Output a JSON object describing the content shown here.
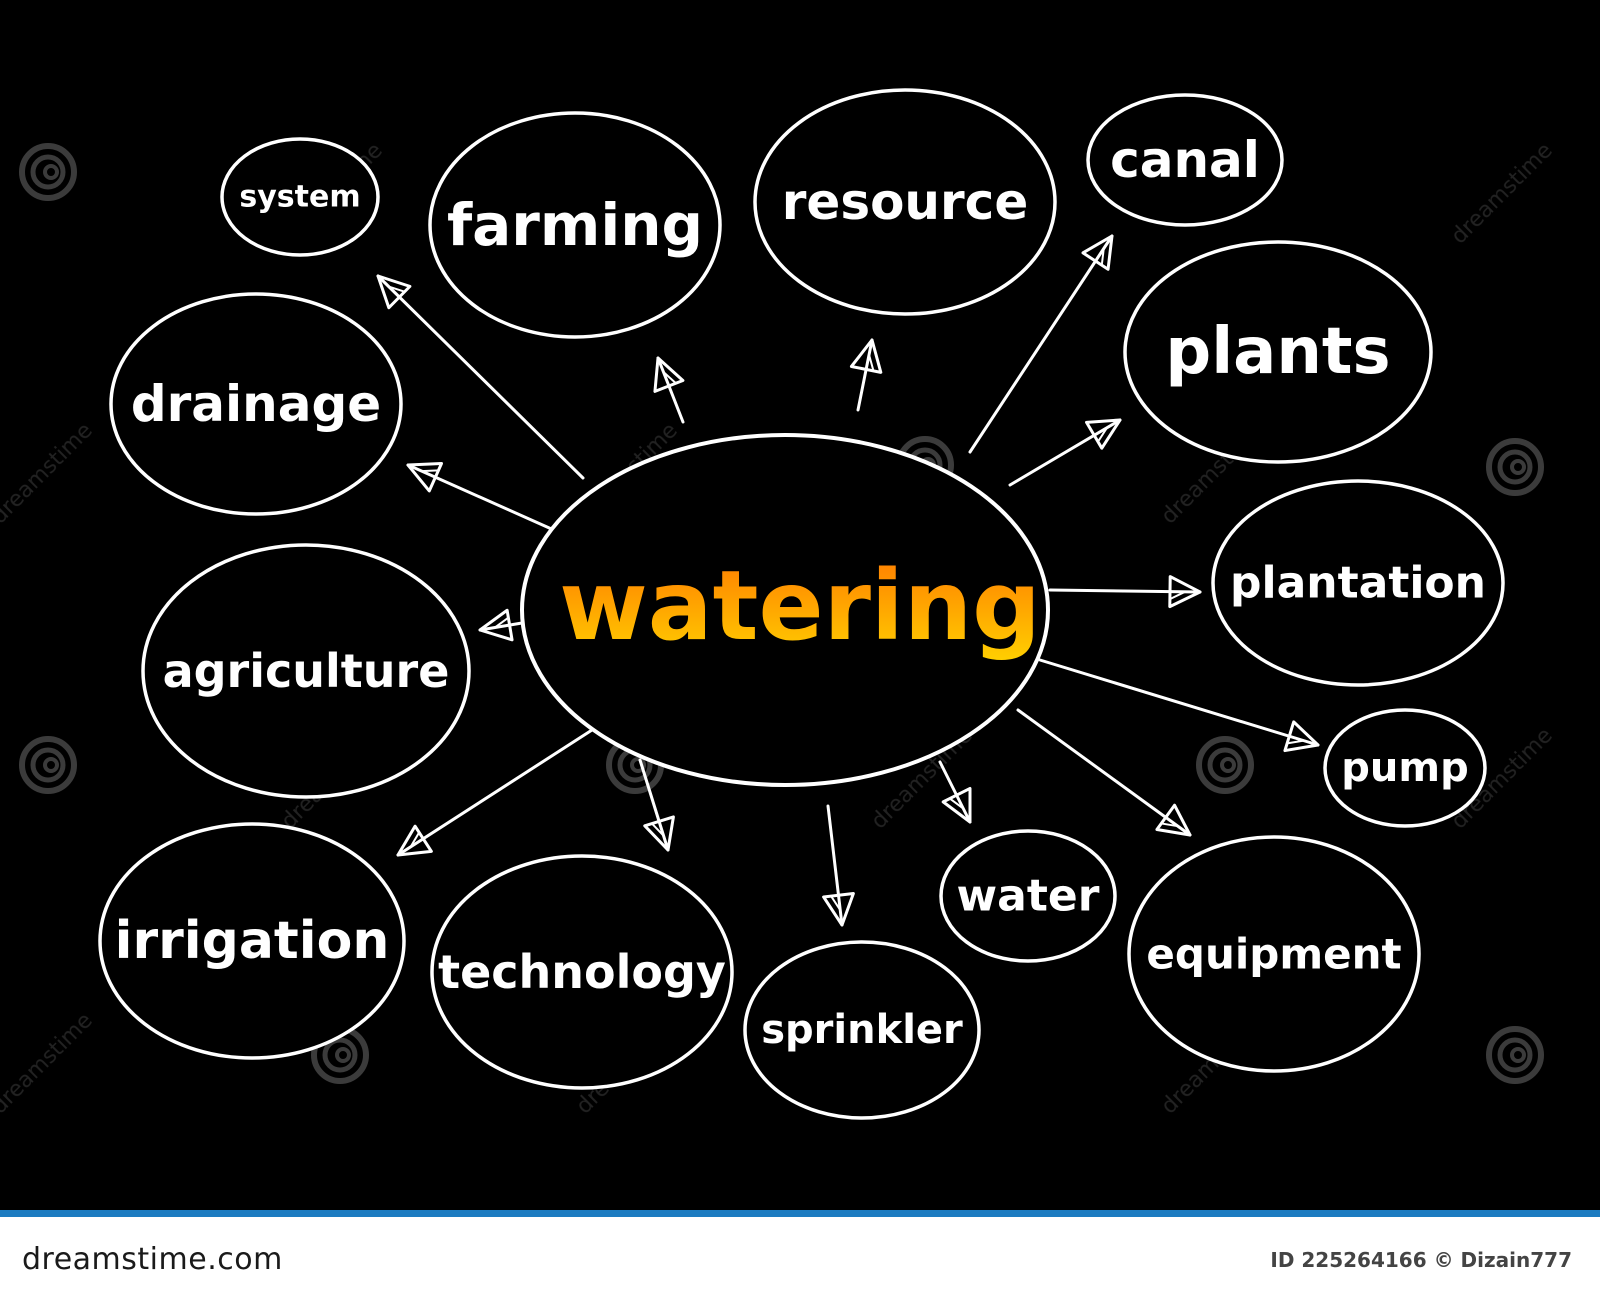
{
  "diagram": {
    "center": {
      "label": "watering",
      "color_top": "#ff7a00",
      "color_bottom": "#ffd000"
    },
    "nodes": [
      {
        "id": "system",
        "label": "system"
      },
      {
        "id": "farming",
        "label": "farming"
      },
      {
        "id": "resource",
        "label": "resource"
      },
      {
        "id": "canal",
        "label": "canal"
      },
      {
        "id": "plants",
        "label": "plants"
      },
      {
        "id": "drainage",
        "label": "drainage"
      },
      {
        "id": "plantation",
        "label": "plantation"
      },
      {
        "id": "agriculture",
        "label": "agriculture"
      },
      {
        "id": "pump",
        "label": "pump"
      },
      {
        "id": "irrigation",
        "label": "irrigation"
      },
      {
        "id": "technology",
        "label": "technology"
      },
      {
        "id": "sprinkler",
        "label": "sprinkler"
      },
      {
        "id": "water",
        "label": "water"
      },
      {
        "id": "equipment",
        "label": "equipment"
      }
    ],
    "background": "#000000",
    "stroke_color": "#ffffff"
  },
  "watermark": {
    "text": "dreamstime"
  },
  "footer": {
    "logo": "dreamstime.com",
    "credit": "ID 225264166 © Dizain777",
    "accent": "#1c7cc1"
  }
}
